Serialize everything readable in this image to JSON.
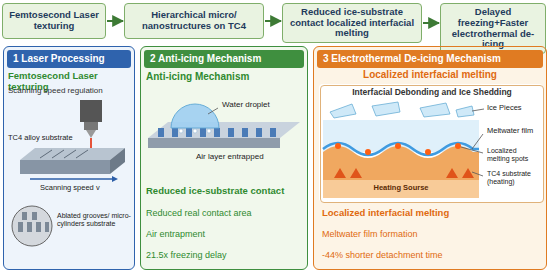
{
  "diagram": {
    "nodes": [
      {
        "text": [
          "Femtosecond Laser texturing"
        ]
      },
      {
        "text": [
          "Hierarchical micro/ nanostructures on TC4"
        ]
      },
      {
        "text": [
          "Reduced ice-substrate contact localized interfacial melting"
        ]
      },
      {
        "text": [
          "Delayed freezing+Faster electrothermal de-icing"
        ]
      },
      {
        "text": [
          "1 Laser Processing"
        ]
      },
      {
        "text": [
          "2 Anti-icing Mechanism"
        ]
      },
      {
        "text": [
          "3 Electrothermal De-icing Mechanism"
        ]
      },
      {
        "text": [
          "Interfacial Debonding and Ice Shedding"
        ],
        "in": 6
      }
    ],
    "edges": [
      {
        "from": 0,
        "to": 1,
        "arrow": "to"
      },
      {
        "from": 1,
        "to": 2,
        "arrow": "to"
      },
      {
        "from": 2,
        "to": 3,
        "arrow": "to"
      }
    ],
    "labels": [
      "Femtosecond Laser texturing",
      "Scanning speed regulation",
      "TC4 alloy substrate",
      "Scanning speed v",
      "Ablated grooves/ micro-cylinders substrate",
      "Anti-icing Mechanism",
      "Water droplet",
      "Air layer entrapped",
      "Reduced ice-substrate contact",
      "Reduced real contact area",
      "Air entrapment",
      "21.5x freezing delay",
      "Localized interfacial melting",
      "Ice Pieces",
      "Meltwater film",
      "Localized melting spots",
      "TC4 substrate (heating)",
      "Heating Sourse",
      "Localized interfacial melting",
      "Meltwater film formation",
      "-44% shorter detachment time"
    ]
  }
}
